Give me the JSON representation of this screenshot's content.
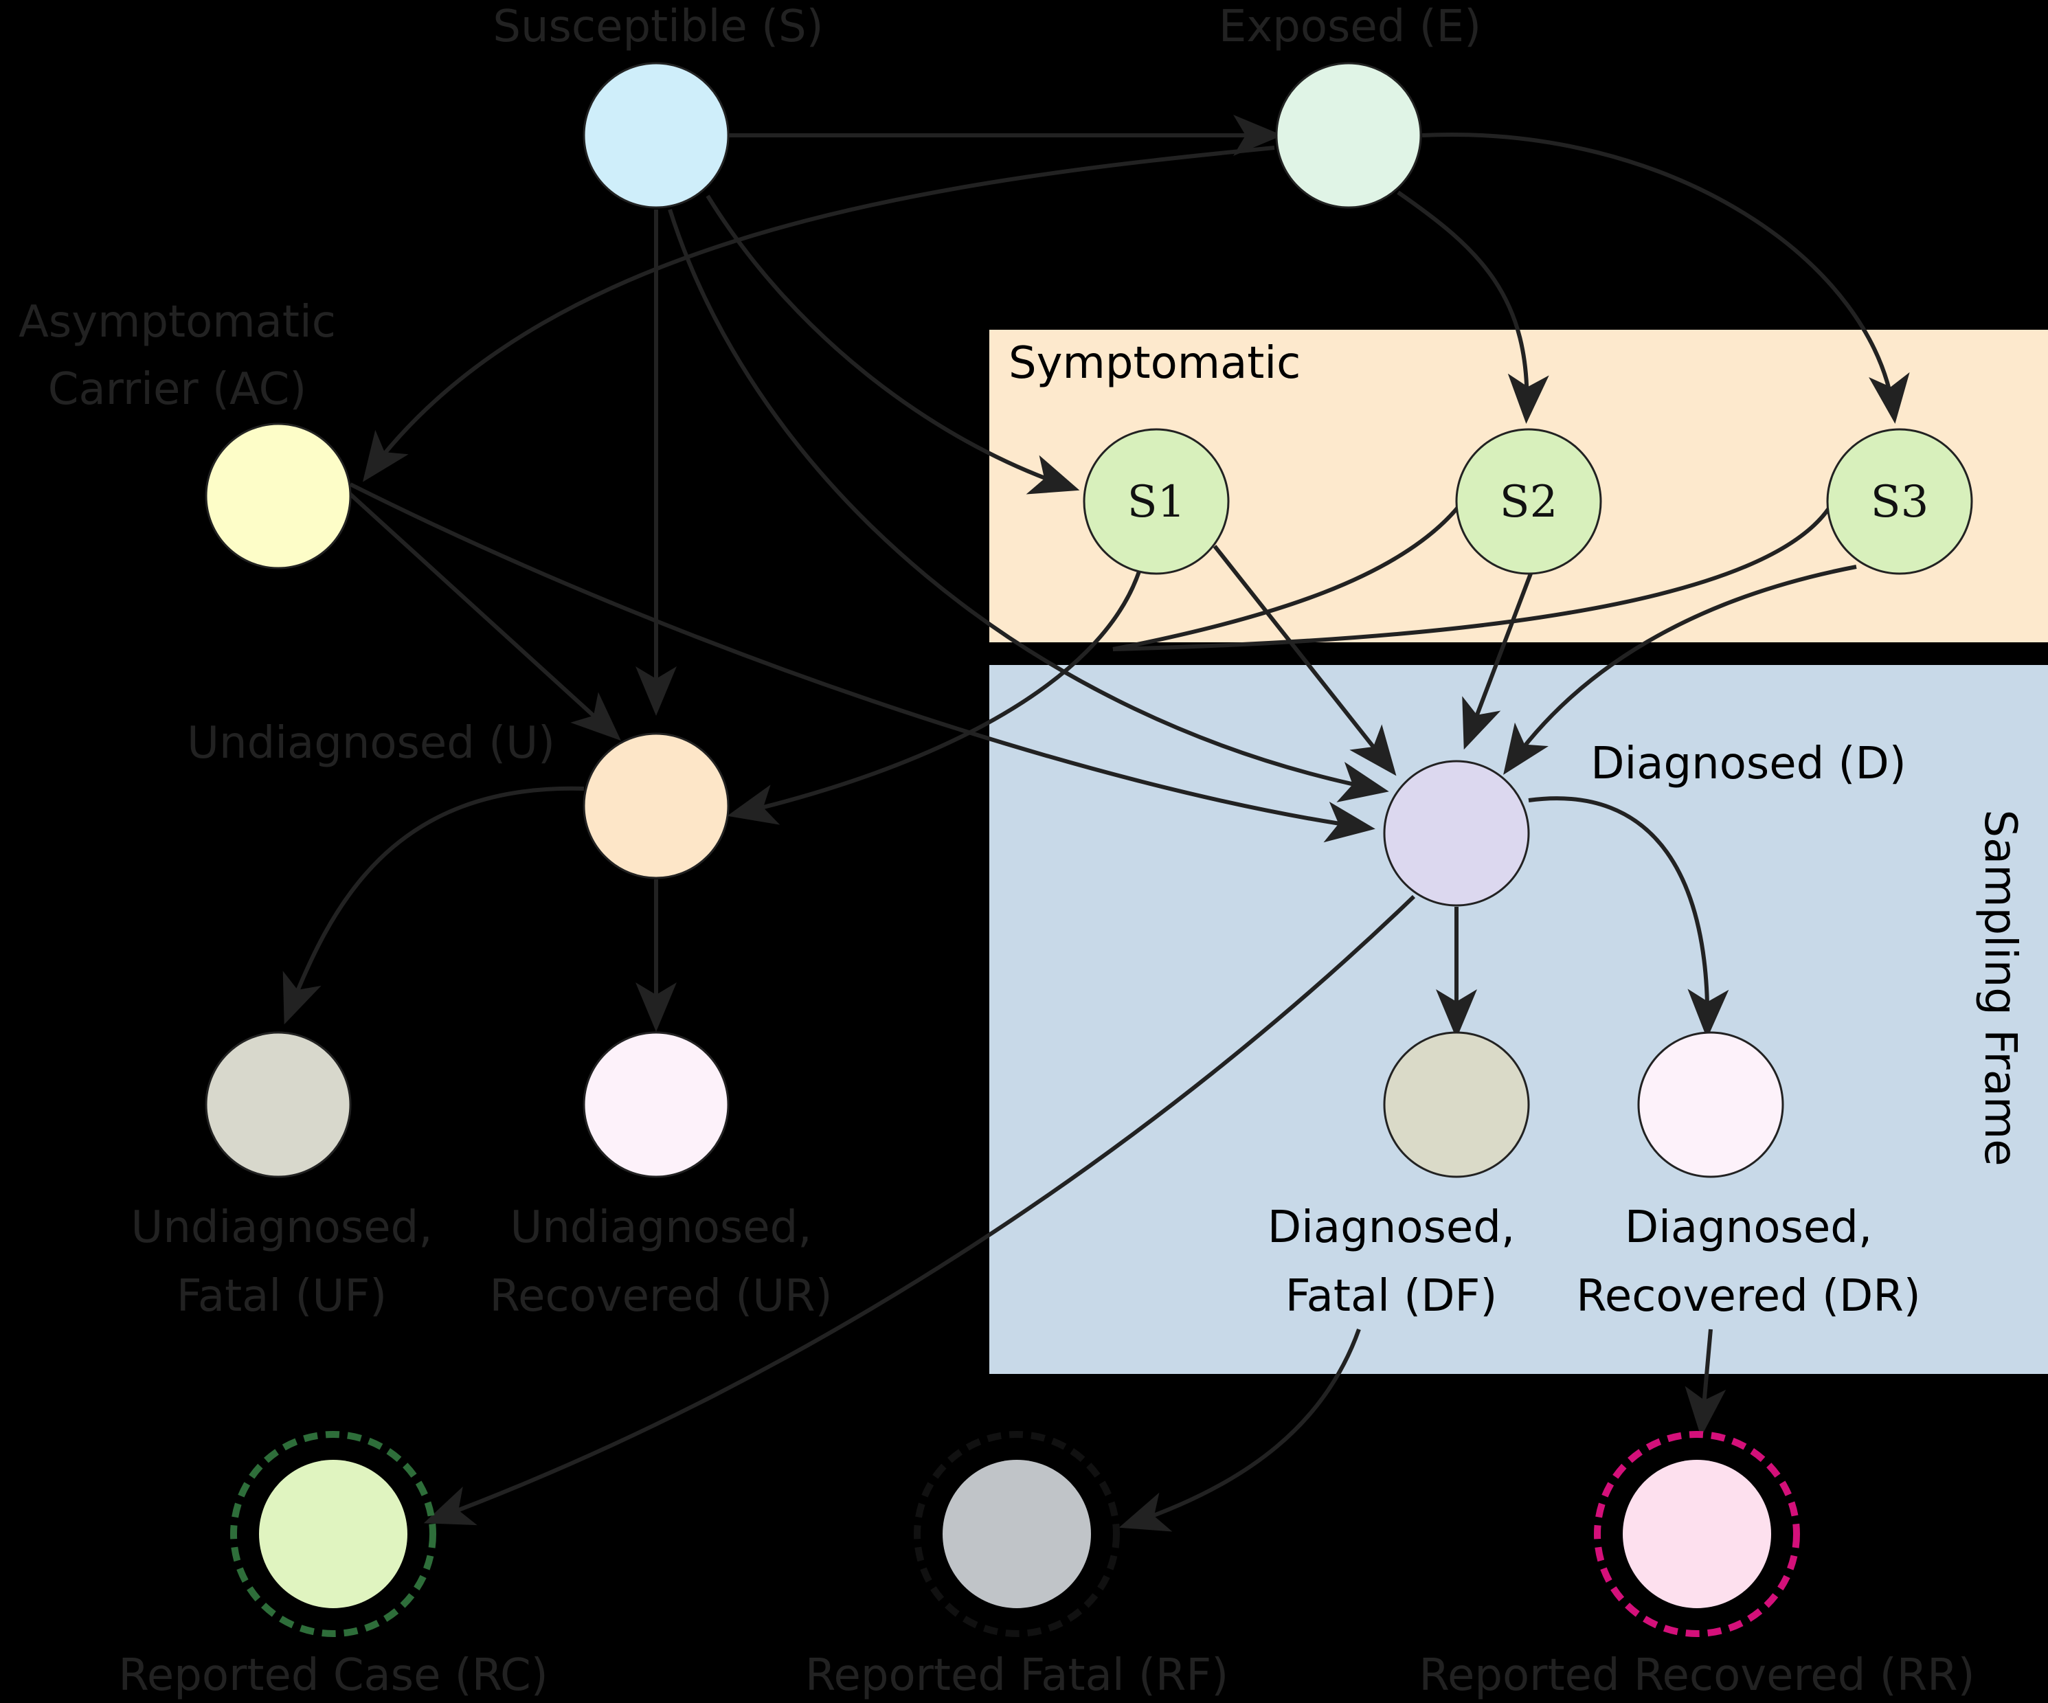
{
  "regions": {
    "symptomatic": {
      "label": "Symptomatic",
      "color": "#fde9cd"
    },
    "sampling_frame": {
      "label": "Sampling Frame",
      "color": "#c8d9e8"
    }
  },
  "nodes": {
    "S": {
      "label": "Susceptible (S)",
      "color": "#cfeefa"
    },
    "E": {
      "label": "Exposed (E)",
      "color": "#e0f4e6"
    },
    "AC": {
      "label_line1": "Asymptomatic",
      "label_line2": "Carrier (AC)",
      "color": "#fdfdc8"
    },
    "S1": {
      "label": "S1",
      "color": "#d8f0bc"
    },
    "S2": {
      "label": "S2",
      "color": "#d8f0bc"
    },
    "S3": {
      "label": "S3",
      "color": "#d8f0bc"
    },
    "U": {
      "label": "Undiagnosed (U)",
      "color": "#fde6c8"
    },
    "D": {
      "label": "Diagnosed (D)",
      "color": "#dcd8ef"
    },
    "UF": {
      "label_line1": "Undiagnosed,",
      "label_line2": "Fatal (UF)",
      "color": "#d8d8cc"
    },
    "UR": {
      "label_line1": "Undiagnosed,",
      "label_line2": "Recovered (UR)",
      "color": "#fdf2fa"
    },
    "DF": {
      "label_line1": "Diagnosed,",
      "label_line2": "Fatal (DF)",
      "color": "#dadac8"
    },
    "DR": {
      "label_line1": "Diagnosed,",
      "label_line2": "Recovered (DR)",
      "color": "#fdf2fa"
    },
    "RC": {
      "label": "Reported Case (RC)",
      "color": "#e0f4c0",
      "ring_color": "#2e6e3a"
    },
    "RF": {
      "label": "Reported Fatal (RF)",
      "color": "#c0c4c8",
      "ring_color": "#111111"
    },
    "RR": {
      "label": "Reported Recovered (RR)",
      "color": "#fde0ee",
      "ring_color": "#d4107a"
    }
  }
}
